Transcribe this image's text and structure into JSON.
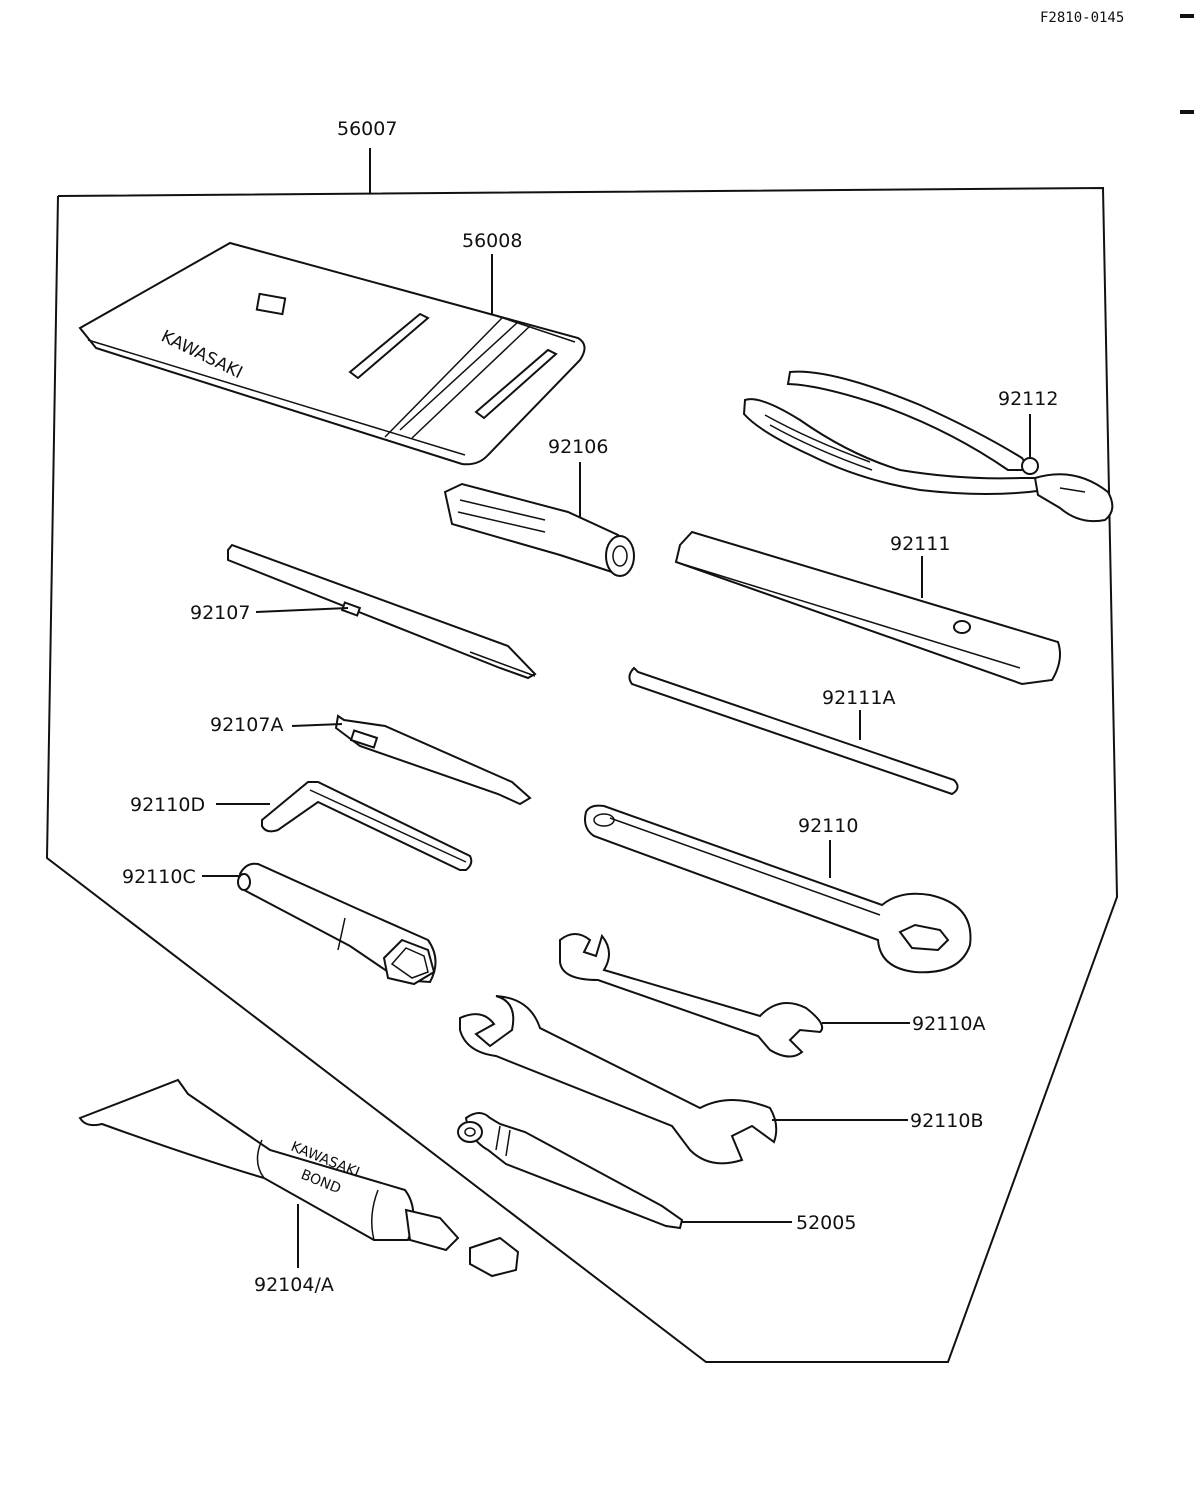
{
  "diagram_code": "F2810-0145",
  "kit_label": "56007",
  "parts": [
    {
      "id": "case",
      "number": "56008"
    },
    {
      "id": "pliers",
      "number": "92112"
    },
    {
      "id": "spark-plug-handle",
      "number": "92106"
    },
    {
      "id": "flat-handle",
      "number": "92111"
    },
    {
      "id": "screwdriver",
      "number": "92107"
    },
    {
      "id": "tommy-bar",
      "number": "92111A"
    },
    {
      "id": "screwdriver-bit",
      "number": "92107A"
    },
    {
      "id": "hex-key",
      "number": "92110D"
    },
    {
      "id": "ring-wrench",
      "number": "92110"
    },
    {
      "id": "box-socket",
      "number": "92110C"
    },
    {
      "id": "open-wrench-small",
      "number": "92110A"
    },
    {
      "id": "open-wrench-large",
      "number": "92110B"
    },
    {
      "id": "spoke-tool",
      "number": "52005"
    },
    {
      "id": "bond-tube",
      "number": "92104/A"
    }
  ],
  "case_brand": "KAWASAKI",
  "tube_brand_line1": "KAWASAKI",
  "tube_brand_line2": "BOND"
}
